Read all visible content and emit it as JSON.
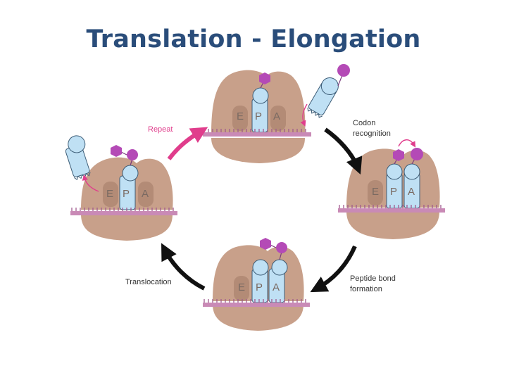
{
  "title": "Translation - Elongation",
  "site_letters": {
    "E": "E",
    "P": "P",
    "A": "A"
  },
  "steps": {
    "codon_recognition": [
      "Codon",
      "recognition"
    ],
    "peptide_bond_formation": [
      "Peptide bond",
      "formation"
    ],
    "translocation": "Translocation",
    "repeat": "Repeat"
  },
  "colors": {
    "title": "#2a4d7a",
    "ribosome": "#c8a08a",
    "ribosome_dark": "#b38b76",
    "trna": "#bfe0f4",
    "trna_stroke": "#3d5d77",
    "amino_acid": "#b44ab6",
    "mrna": "#c98ab6",
    "arrow_black": "#111111",
    "arrow_pink": "#e03d8c"
  },
  "icons": [
    "ribosome",
    "trna",
    "amino-acid",
    "mrna-strand",
    "cycle-arrow"
  ]
}
